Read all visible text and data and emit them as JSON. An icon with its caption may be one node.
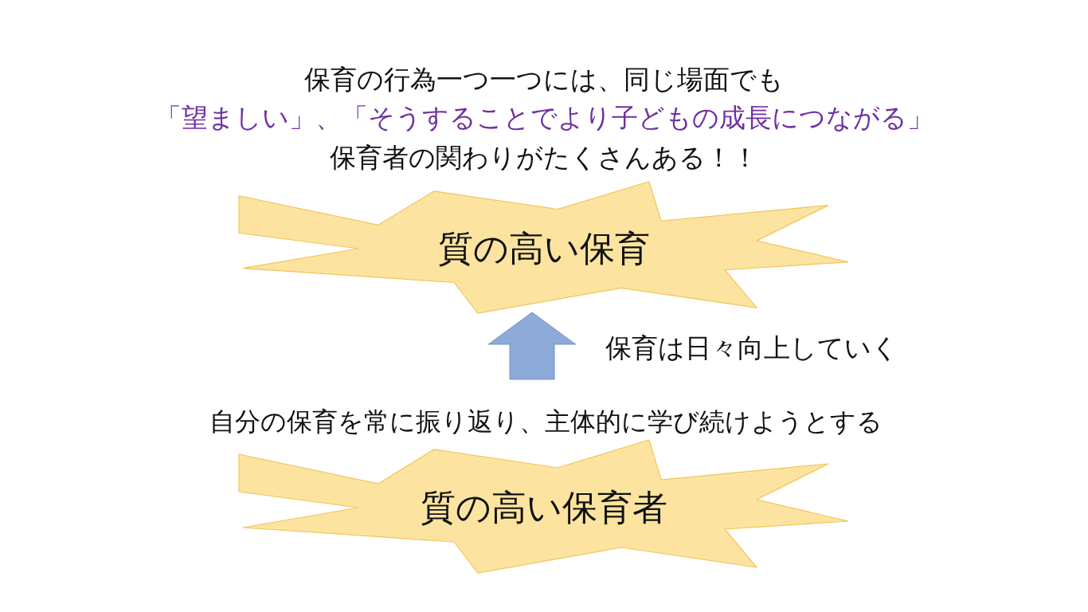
{
  "diagram": {
    "nodes": [
      {
        "text": [
          "質の高い保育"
        ]
      },
      {
        "text": [
          "質の高い保育者"
        ],
        "beside": [
          "自分の保育を常に振り返り、主体的に学び続けようとする"
        ]
      }
    ],
    "edges": [
      {
        "from": 1,
        "to": 0,
        "arrow": "to",
        "label": "保育は日々向上していく",
        "style": "thick",
        "color": "#8eaad8"
      }
    ],
    "labels": [
      "保育の行為一つ一つには、同じ場面でも",
      "「望ましい」、「そうすることでより子どもの成長につながる」",
      "保育者の関わりがたくさんある！！"
    ]
  }
}
